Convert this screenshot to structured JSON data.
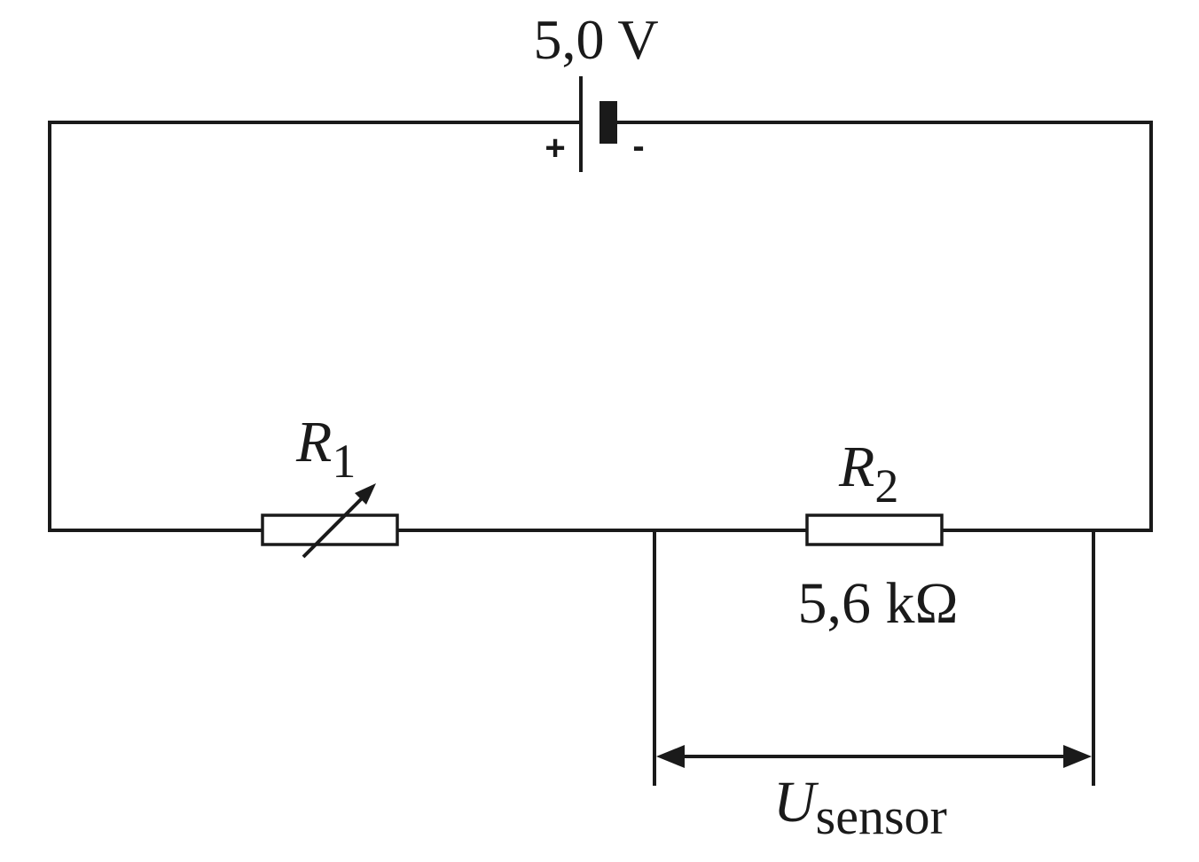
{
  "battery": {
    "voltage_label": "5,0 V",
    "plus_sign": "+",
    "minus_sign": "-"
  },
  "r1": {
    "symbol": "R",
    "subscript": "1",
    "type": "variable-resistor"
  },
  "r2": {
    "symbol": "R",
    "subscript": "2",
    "value_label": "5,6 kΩ",
    "type": "fixed-resistor"
  },
  "measurement": {
    "symbol": "U",
    "subscript": "sensor"
  },
  "colors": {
    "ink": "#1a1a1a",
    "background": "#ffffff"
  }
}
